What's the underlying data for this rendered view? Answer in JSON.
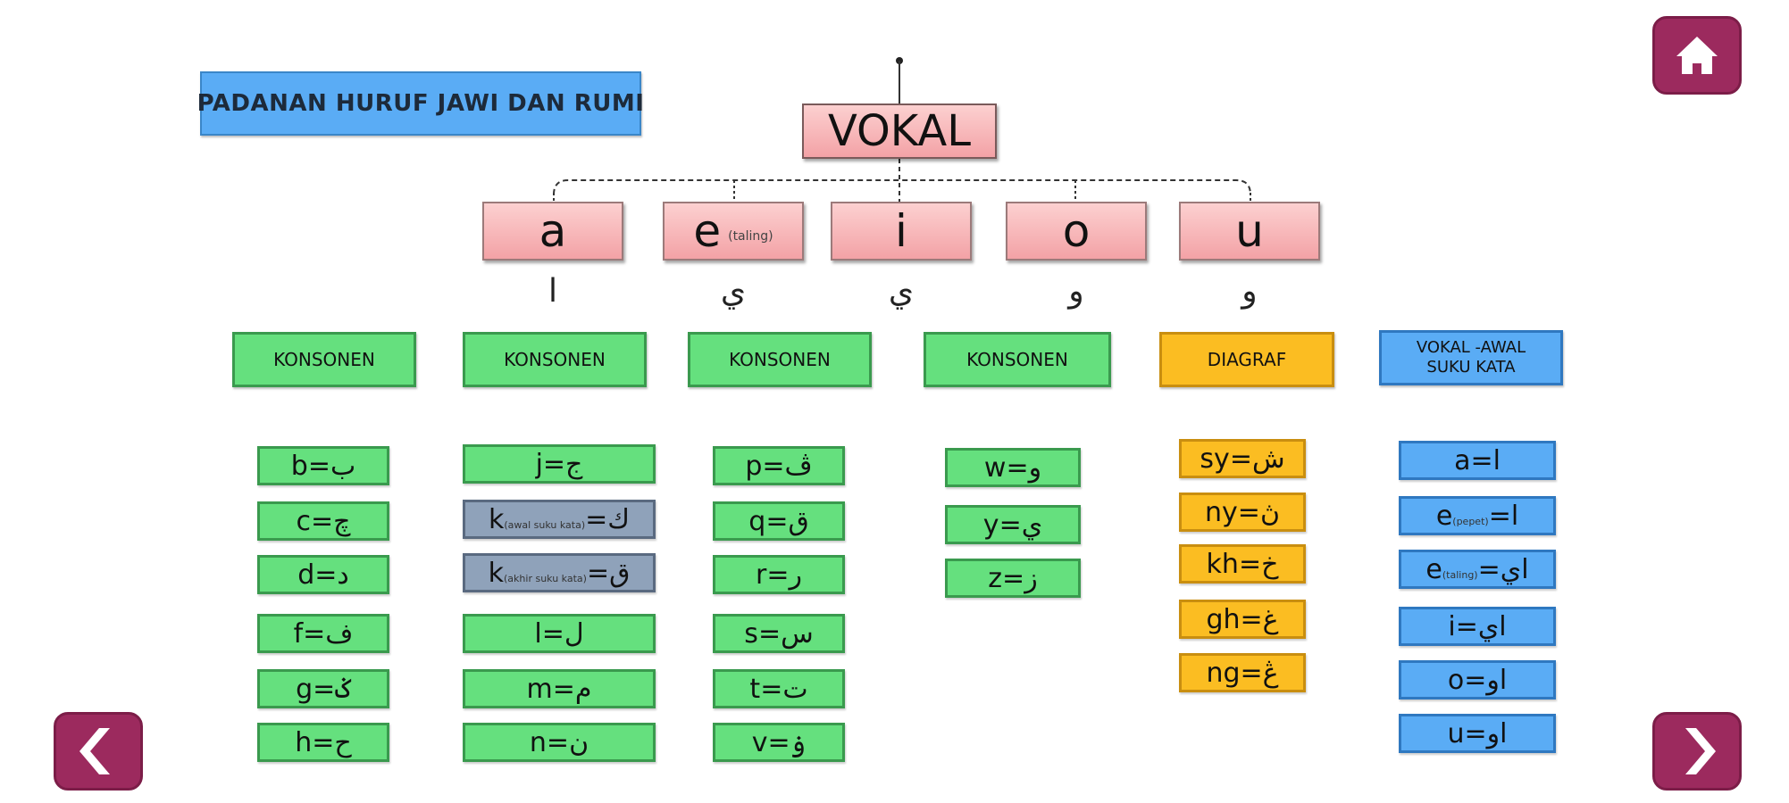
{
  "title": "PADANAN HURUF JAWI DAN RUMI",
  "root": "VOKAL",
  "vowels": [
    {
      "letter": "a",
      "note": "",
      "jawi": "ا"
    },
    {
      "letter": "e",
      "note": "(taling)",
      "jawi": "ي"
    },
    {
      "letter": "i",
      "note": "",
      "jawi": "ي"
    },
    {
      "letter": "o",
      "note": "",
      "jawi": "و"
    },
    {
      "letter": "u",
      "note": "",
      "jawi": "و"
    }
  ],
  "categories": [
    {
      "label": "KONSONEN",
      "lines": [
        "KONSONEN"
      ],
      "color": "green"
    },
    {
      "label": "KONSONEN",
      "lines": [
        "KONSONEN"
      ],
      "color": "green"
    },
    {
      "label": "KONSONEN",
      "lines": [
        "KONSONEN"
      ],
      "color": "green"
    },
    {
      "label": "KONSONEN",
      "lines": [
        "KONSONEN"
      ],
      "color": "green"
    },
    {
      "label": "DIAGRAF",
      "lines": [
        "DIAGRAF"
      ],
      "color": "orange"
    },
    {
      "label": "VOKAL -AWAL SUKU KATA",
      "lines": [
        "VOKAL -AWAL",
        "SUKU KATA"
      ],
      "color": "blue"
    }
  ],
  "columns": [
    [
      {
        "rumi": "b",
        "sub": "",
        "jawi": "ب"
      },
      {
        "rumi": "c",
        "sub": "",
        "jawi": "چ"
      },
      {
        "rumi": "d",
        "sub": "",
        "jawi": "د"
      },
      {
        "rumi": "f",
        "sub": "",
        "jawi": "ف"
      },
      {
        "rumi": "g",
        "sub": "",
        "jawi": "ݢ"
      },
      {
        "rumi": "h",
        "sub": "",
        "jawi": "ح"
      }
    ],
    [
      {
        "rumi": "j",
        "sub": "",
        "jawi": "ج",
        "color": "green"
      },
      {
        "rumi": "k",
        "sub": "(awal suku kata)",
        "jawi": "ك",
        "color": "gray"
      },
      {
        "rumi": "k",
        "sub": "(akhir suku kata)",
        "jawi": "ق",
        "color": "gray"
      },
      {
        "rumi": "l",
        "sub": "",
        "jawi": "ل",
        "color": "green"
      },
      {
        "rumi": "m",
        "sub": "",
        "jawi": "م",
        "color": "green"
      },
      {
        "rumi": "n",
        "sub": "",
        "jawi": "ن",
        "color": "green"
      }
    ],
    [
      {
        "rumi": "p",
        "sub": "",
        "jawi": "ڤ"
      },
      {
        "rumi": "q",
        "sub": "",
        "jawi": "ق"
      },
      {
        "rumi": "r",
        "sub": "",
        "jawi": "ر"
      },
      {
        "rumi": "s",
        "sub": "",
        "jawi": "س"
      },
      {
        "rumi": "t",
        "sub": "",
        "jawi": "ت"
      },
      {
        "rumi": "v",
        "sub": "",
        "jawi": "ۏ"
      }
    ],
    [
      {
        "rumi": "w",
        "sub": "",
        "jawi": "و"
      },
      {
        "rumi": "y",
        "sub": "",
        "jawi": "ي"
      },
      {
        "rumi": "z",
        "sub": "",
        "jawi": "ز"
      }
    ],
    [
      {
        "rumi": "sy",
        "sub": "",
        "jawi": "ش"
      },
      {
        "rumi": "ny",
        "sub": "",
        "jawi": "ڽ"
      },
      {
        "rumi": "kh",
        "sub": "",
        "jawi": "خ"
      },
      {
        "rumi": "gh",
        "sub": "",
        "jawi": "غ"
      },
      {
        "rumi": "ng",
        "sub": "",
        "jawi": "ڠ"
      }
    ],
    [
      {
        "rumi": "a",
        "sub": "",
        "jawi": "ا"
      },
      {
        "rumi": "e",
        "sub": "(pepet)",
        "jawi": "ا"
      },
      {
        "rumi": "e",
        "sub": "(taling)",
        "jawi": "اي"
      },
      {
        "rumi": "i",
        "sub": "",
        "jawi": "اي"
      },
      {
        "rumi": "o",
        "sub": "",
        "jawi": "او"
      },
      {
        "rumi": "u",
        "sub": "",
        "jawi": "او"
      }
    ]
  ],
  "nav": {
    "home_icon": "home-icon",
    "prev_icon": "chevron-left-icon",
    "next_icon": "chevron-right-icon"
  },
  "colors": {
    "vowel_pink": "#f3a2a6",
    "green": "#65e07e",
    "orange": "#fbbd22",
    "blue": "#5aacf5",
    "gray": "#8fa2ba",
    "nav_button": "#9c2a5e"
  }
}
